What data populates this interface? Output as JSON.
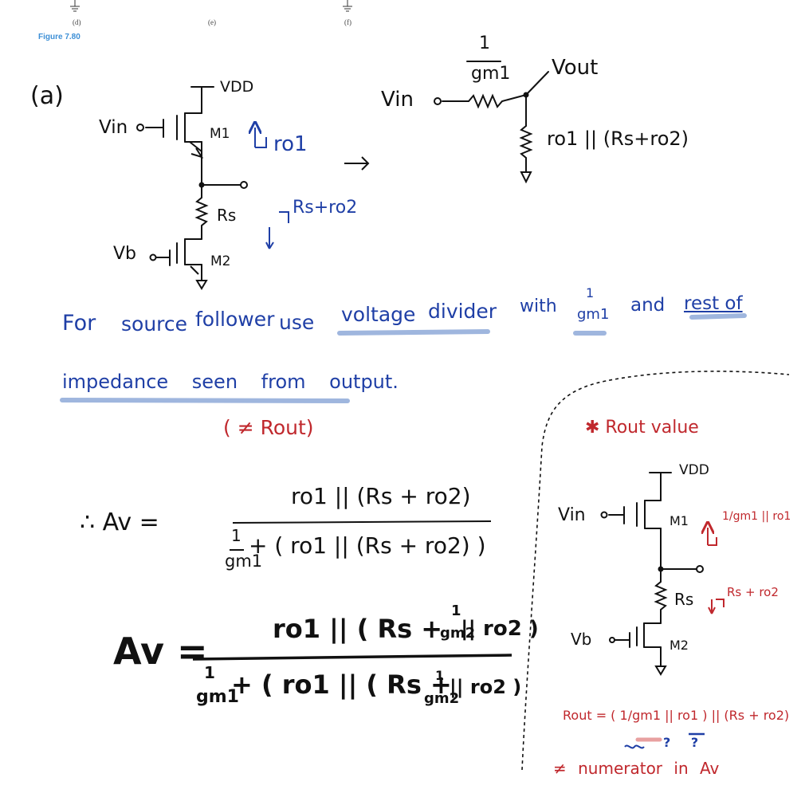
{
  "figure": {
    "sub_labels": [
      "(d)",
      "(e)",
      "(f)"
    ],
    "caption": "Figure 7.80"
  },
  "circuit_a": {
    "part_label": "(a)",
    "vdd": "VDD",
    "vin": "Vin",
    "m1": "M1",
    "r_up": "ro1",
    "rs": "Rs",
    "r_down": "Rs+ro2",
    "vb": "Vb",
    "m2": "M2"
  },
  "small_signal": {
    "series_num": "1",
    "series_den": "gm1",
    "vin": "Vin",
    "vout": "Vout",
    "shunt": "ro1 || (Rs+ro2)"
  },
  "notes": {
    "line1_words": [
      "For",
      "source",
      "follower",
      "use",
      "voltage",
      "divider",
      "with"
    ],
    "frac_num": "1",
    "frac_den": "gm1",
    "and": "and",
    "rest_of": "rest of",
    "line2": "impedance seen from output.",
    "not_rout": "( ≠ Rout)"
  },
  "equation1": {
    "prefix": "∴ Av =",
    "numerator": "ro1 || (Rs + ro2)",
    "den_num": "1",
    "den_den": "gm1",
    "den_rest": "+ ( ro1 || (Rs + ro2) )"
  },
  "equation2": {
    "prefix": "Av =",
    "num_left": "ro1 || ( Rs +",
    "num_frac_num": "1",
    "num_frac_den": "gm2",
    "num_right": "|| ro2 )",
    "den_frac_num": "1",
    "den_frac_den": "gm1",
    "den_mid": "+ ( ro1 || ( Rs +",
    "den_frac2_num": "1",
    "den_frac2_den": "gm2",
    "den_right": "|| ro2 )"
  },
  "rout_box": {
    "title": "✱ Rout value",
    "vdd": "VDD",
    "vin": "Vin",
    "m1": "M1",
    "r_up": "1/gm1 || ro1",
    "rs": "Rs",
    "r_down": "Rs + ro2",
    "vb": "Vb",
    "m2": "M2",
    "rout_eq": "Rout = ( 1/gm1 || ro1 ) || (Rs + ro2)",
    "marks": "? ?",
    "note": "≠ numerator in Av"
  },
  "colors": {
    "ink": "#111111",
    "blue": "#1f3fa6",
    "red": "#c0282d",
    "highlight": "#9fb6de",
    "pink": "#e8a0a0",
    "caption_blue": "#3d8fd6"
  }
}
